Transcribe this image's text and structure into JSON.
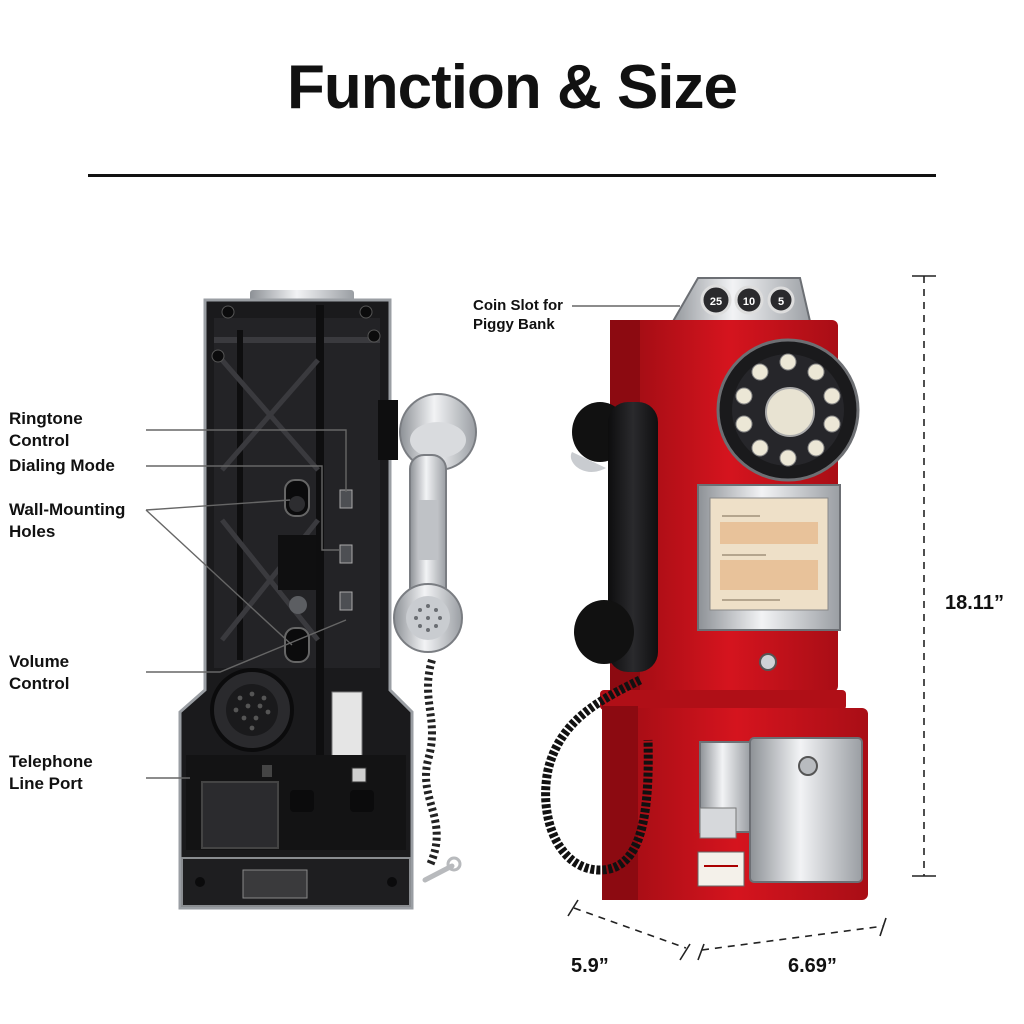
{
  "title": "Function & Size",
  "callouts": {
    "ringtone": [
      "Ringtone",
      "Control"
    ],
    "dialing": "Dialing Mode",
    "wall": [
      "Wall-Mounting",
      "Holes"
    ],
    "volume": [
      "Volume",
      "Control"
    ],
    "line_port": [
      "Telephone",
      "Line Port"
    ],
    "coin_slot": [
      "Coin Slot for",
      "Piggy Bank"
    ]
  },
  "dimensions": {
    "height": "18.11”",
    "depth": "5.9”",
    "width": "6.69”"
  },
  "coin_labels": [
    "25",
    "10",
    "5"
  ],
  "colors": {
    "phone_red": "#c8121b",
    "back_black": "#1c1c1e",
    "chrome": "#c9ccd0"
  }
}
